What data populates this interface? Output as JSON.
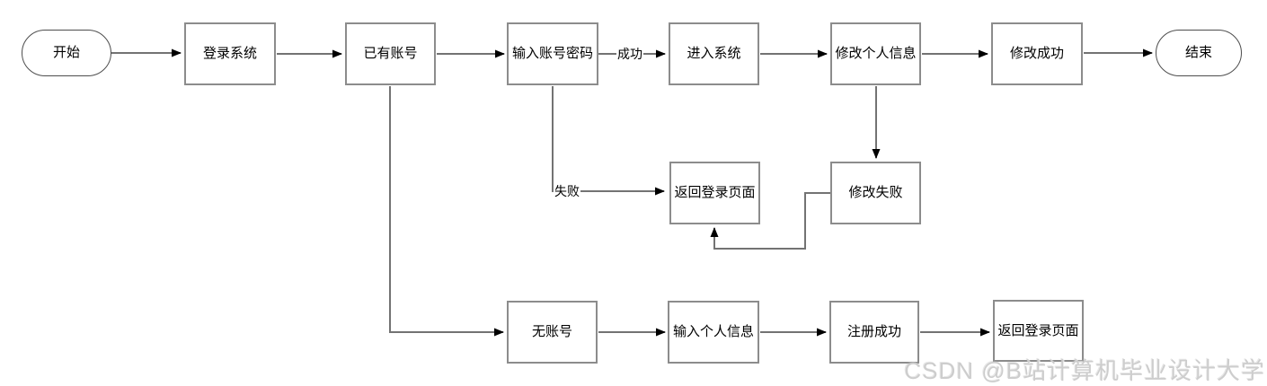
{
  "nodes": {
    "start": {
      "label": "开始"
    },
    "login_system": {
      "label": "登录系统"
    },
    "has_account": {
      "label": "已有账号"
    },
    "enter_credentials": {
      "label": "输入账号密码"
    },
    "enter_system": {
      "label": "进入系统"
    },
    "edit_profile": {
      "label": "修改个人信息"
    },
    "edit_success": {
      "label": "修改成功"
    },
    "end": {
      "label": "结束"
    },
    "back_to_login_mid": {
      "label": "返回登录页面"
    },
    "edit_fail": {
      "label": "修改失败"
    },
    "no_account": {
      "label": "无账号"
    },
    "enter_profile": {
      "label": "输入个人信息"
    },
    "register_success": {
      "label": "注册成功"
    },
    "back_to_login_bottom": {
      "label": "返回登录页面"
    }
  },
  "edge_labels": {
    "success": "成功",
    "fail": "失败"
  },
  "watermark": {
    "text": "CSDN @B站计算机毕业设计大学"
  },
  "colors": {
    "background": "#ffffff",
    "node_border": "#8c8c8c",
    "terminator_border": "#4d4d4d",
    "connector": "#737373",
    "arrowhead": "#000000",
    "text": "#000000",
    "watermark": "#cdcdcd"
  }
}
